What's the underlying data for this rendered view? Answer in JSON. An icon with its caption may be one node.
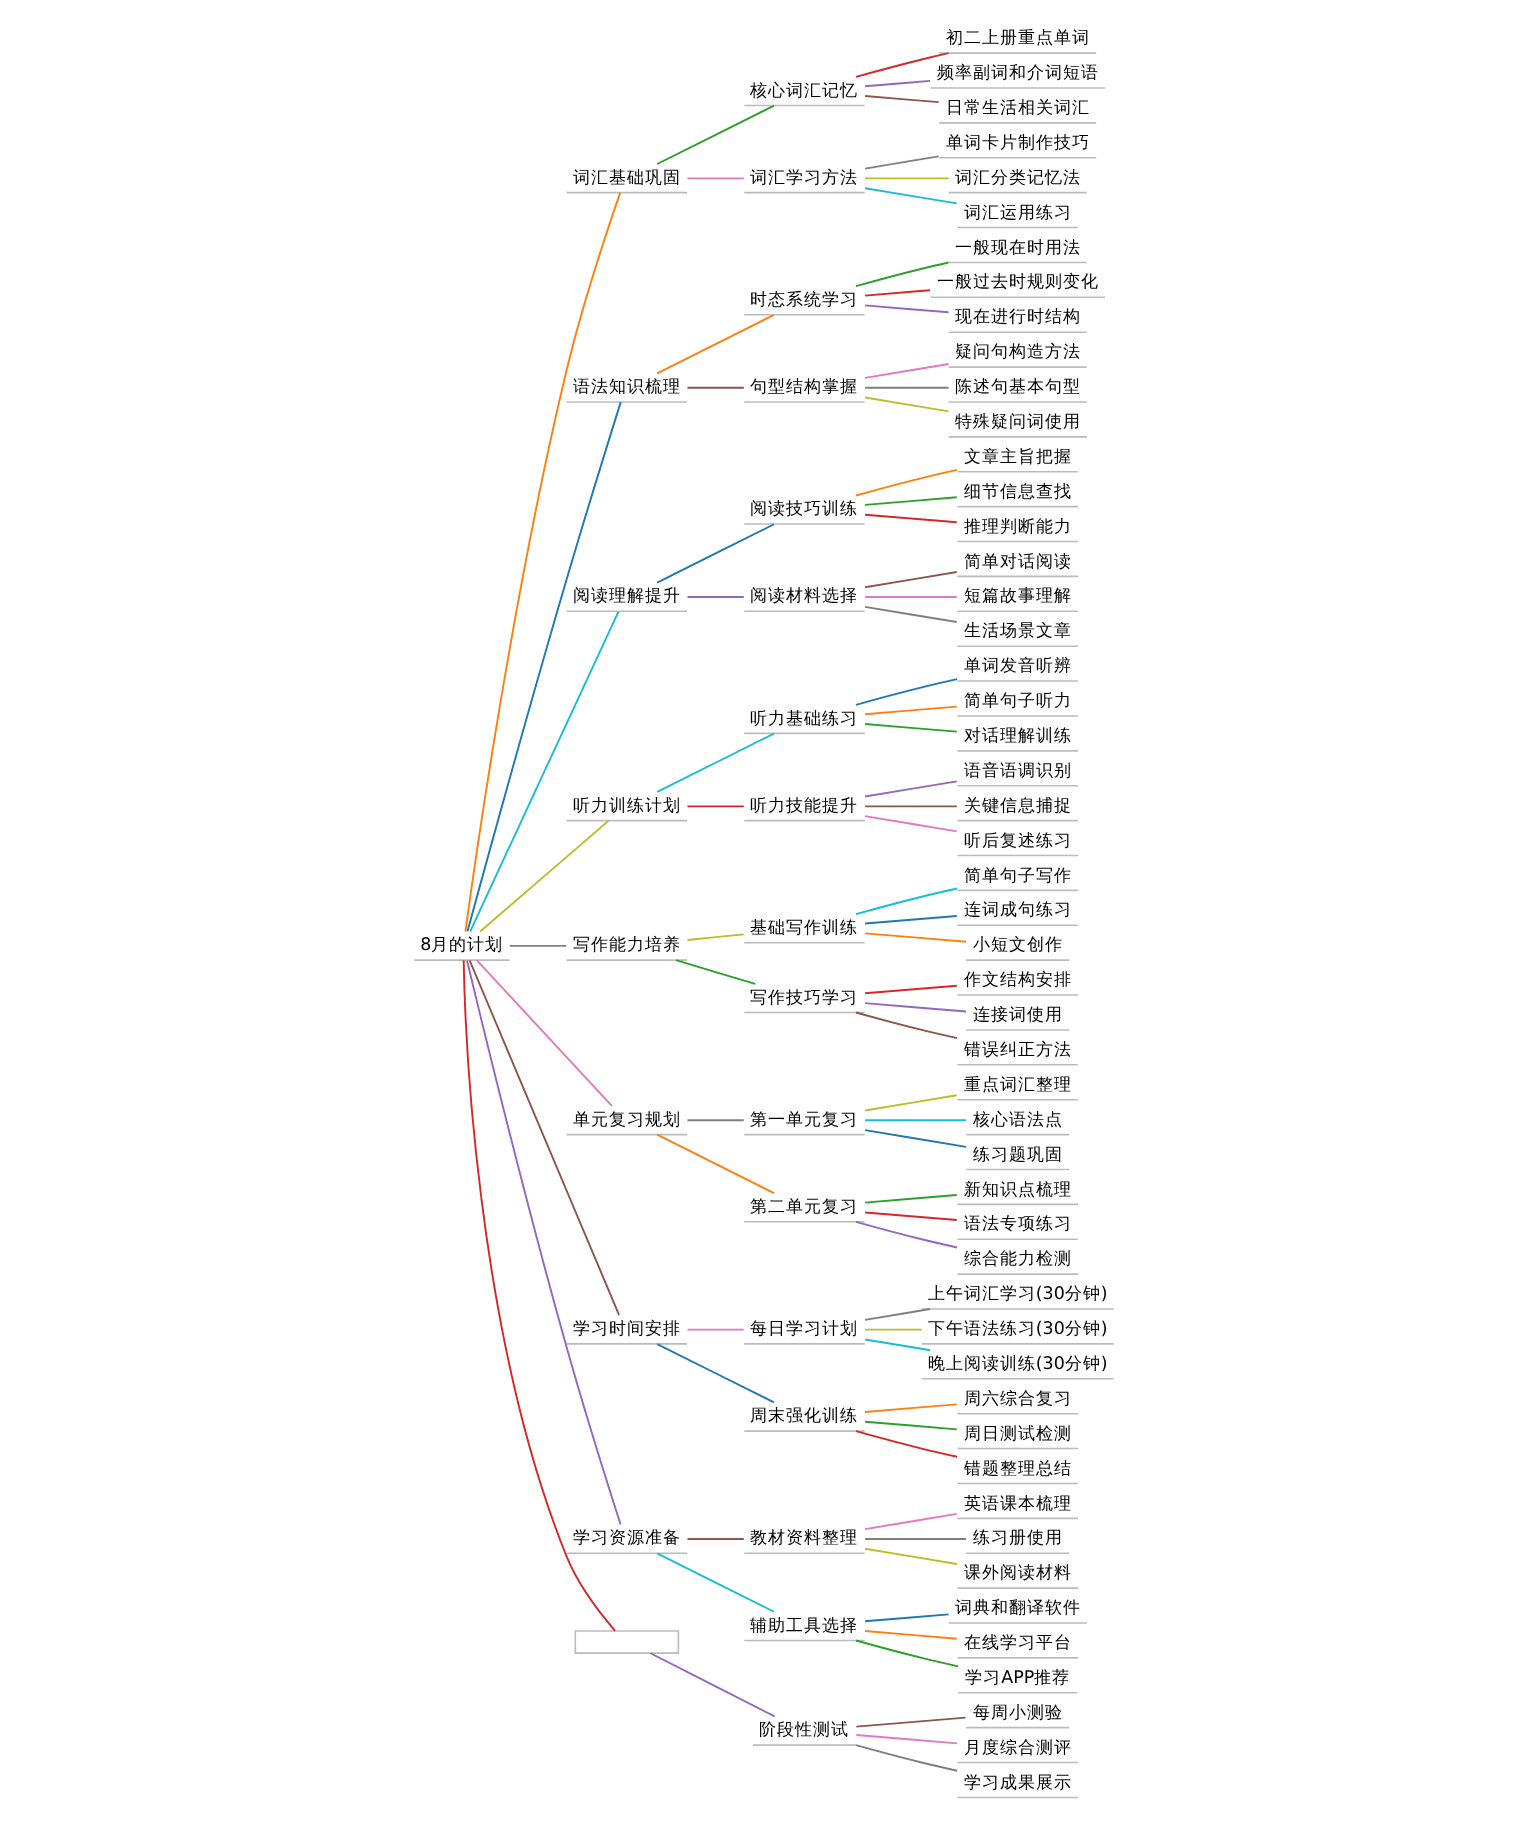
{
  "diagram": {
    "nodes": [
      {
        "text": [
          "8月的计划"
        ]
      },
      {
        "text": [
          "词汇基础巩固"
        ]
      },
      {
        "text": [
          "核心词汇记忆"
        ]
      },
      {
        "text": [
          "初二上册重点单词"
        ]
      },
      {
        "text": [
          "频率副词和介词短语"
        ]
      },
      {
        "text": [
          "日常生活相关词汇"
        ]
      },
      {
        "text": [
          "词汇学习方法"
        ]
      },
      {
        "text": [
          "单词卡片制作技巧"
        ]
      },
      {
        "text": [
          "词汇分类记忆法"
        ]
      },
      {
        "text": [
          "词汇运用练习"
        ]
      },
      {
        "text": [
          "语法知识梳理"
        ]
      },
      {
        "text": [
          "时态系统学习"
        ]
      },
      {
        "text": [
          "一般现在时用法"
        ]
      },
      {
        "text": [
          "一般过去时规则变化"
        ]
      },
      {
        "text": [
          "现在进行时结构"
        ]
      },
      {
        "text": [
          "句型结构掌握"
        ]
      },
      {
        "text": [
          "疑问句构造方法"
        ]
      },
      {
        "text": [
          "陈述句基本句型"
        ]
      },
      {
        "text": [
          "特殊疑问词使用"
        ]
      },
      {
        "text": [
          "阅读理解提升"
        ]
      },
      {
        "text": [
          "阅读技巧训练"
        ]
      },
      {
        "text": [
          "文章主旨把握"
        ]
      },
      {
        "text": [
          "细节信息查找"
        ]
      },
      {
        "text": [
          "推理判断能力"
        ]
      },
      {
        "text": [
          "阅读材料选择"
        ]
      },
      {
        "text": [
          "简单对话阅读"
        ]
      },
      {
        "text": [
          "短篇故事理解"
        ]
      },
      {
        "text": [
          "生活场景文章"
        ]
      },
      {
        "text": [
          "听力训练计划"
        ]
      },
      {
        "text": [
          "听力基础练习"
        ]
      },
      {
        "text": [
          "单词发音听辨"
        ]
      },
      {
        "text": [
          "简单句子听力"
        ]
      },
      {
        "text": [
          "对话理解训练"
        ]
      },
      {
        "text": [
          "听力技能提升"
        ]
      },
      {
        "text": [
          "语音语调识别"
        ]
      },
      {
        "text": [
          "关键信息捕捉"
        ]
      },
      {
        "text": [
          "听后复述练习"
        ]
      },
      {
        "text": [
          "写作能力培养"
        ]
      },
      {
        "text": [
          "基础写作训练"
        ]
      },
      {
        "text": [
          "简单句子写作"
        ]
      },
      {
        "text": [
          "连词成句练习"
        ]
      },
      {
        "text": [
          "小短文创作"
        ]
      },
      {
        "text": [
          "写作技巧学习"
        ]
      },
      {
        "text": [
          "作文结构安排"
        ]
      },
      {
        "text": [
          "连接词使用"
        ]
      },
      {
        "text": [
          "错误纠正方法"
        ]
      },
      {
        "text": [
          "单元复习规划"
        ]
      },
      {
        "text": [
          "第一单元复习"
        ]
      },
      {
        "text": [
          "重点词汇整理"
        ]
      },
      {
        "text": [
          "核心语法点"
        ]
      },
      {
        "text": [
          "练习题巩固"
        ]
      },
      {
        "text": [
          "第二单元复习"
        ]
      },
      {
        "text": [
          "新知识点梳理"
        ]
      },
      {
        "text": [
          "语法专项练习"
        ]
      },
      {
        "text": [
          "综合能力检测"
        ]
      },
      {
        "text": [
          "学习时间安排"
        ]
      },
      {
        "text": [
          "每日学习计划"
        ]
      },
      {
        "text": [
          "上午词汇学习(30分钟)"
        ]
      },
      {
        "text": [
          "下午语法练习(30分钟)"
        ]
      },
      {
        "text": [
          "晚上阅读训练(30分钟)"
        ]
      },
      {
        "text": [
          "周末强化训练"
        ]
      },
      {
        "text": [
          "周六综合复习"
        ]
      },
      {
        "text": [
          "周日测试检测"
        ]
      },
      {
        "text": [
          "错题整理总结"
        ]
      },
      {
        "text": [
          "学习资源准备"
        ]
      },
      {
        "text": [
          "教材资料整理"
        ]
      },
      {
        "text": [
          "英语课本梳理"
        ]
      },
      {
        "text": [
          "练习册使用"
        ]
      },
      {
        "text": [
          "课外阅读材料"
        ]
      },
      {
        "text": [
          "辅助工具选择"
        ]
      },
      {
        "text": [
          "词典和翻译软件"
        ]
      },
      {
        "text": [
          "在线学习平台"
        ]
      },
      {
        "text": [
          "学习APP推荐"
        ]
      },
      {
        "text": [],
        "shape": "box"
      },
      {
        "text": [
          "阶段性测试"
        ]
      },
      {
        "text": [
          "每周小测验"
        ]
      },
      {
        "text": [
          "月度综合测评"
        ]
      },
      {
        "text": [
          "学习成果展示"
        ]
      }
    ],
    "edges": [
      {
        "from": 0,
        "to": 1,
        "arrow": "none",
        "color": "#ff7f0e"
      },
      {
        "from": 1,
        "to": 2,
        "arrow": "none",
        "color": "#2ca02c"
      },
      {
        "from": 2,
        "to": 3,
        "arrow": "none",
        "color": "#d62728"
      },
      {
        "from": 2,
        "to": 4,
        "arrow": "none",
        "color": "#9467bd"
      },
      {
        "from": 2,
        "to": 5,
        "arrow": "none",
        "color": "#8c564b"
      },
      {
        "from": 1,
        "to": 6,
        "arrow": "none",
        "color": "#e377c2"
      },
      {
        "from": 6,
        "to": 7,
        "arrow": "none",
        "color": "#7f7f7f"
      },
      {
        "from": 6,
        "to": 8,
        "arrow": "none",
        "color": "#bcbd22"
      },
      {
        "from": 6,
        "to": 9,
        "arrow": "none",
        "color": "#17becf"
      },
      {
        "from": 0,
        "to": 10,
        "arrow": "none",
        "color": "#1f77b4"
      },
      {
        "from": 10,
        "to": 11,
        "arrow": "none",
        "color": "#ff7f0e"
      },
      {
        "from": 11,
        "to": 12,
        "arrow": "none",
        "color": "#2ca02c"
      },
      {
        "from": 11,
        "to": 13,
        "arrow": "none",
        "color": "#d62728"
      },
      {
        "from": 11,
        "to": 14,
        "arrow": "none",
        "color": "#9467bd"
      },
      {
        "from": 10,
        "to": 15,
        "arrow": "none",
        "color": "#8c564b"
      },
      {
        "from": 15,
        "to": 16,
        "arrow": "none",
        "color": "#e377c2"
      },
      {
        "from": 15,
        "to": 17,
        "arrow": "none",
        "color": "#7f7f7f"
      },
      {
        "from": 15,
        "to": 18,
        "arrow": "none",
        "color": "#bcbd22"
      },
      {
        "from": 0,
        "to": 19,
        "arrow": "none",
        "color": "#17becf"
      },
      {
        "from": 19,
        "to": 20,
        "arrow": "none",
        "color": "#1f77b4"
      },
      {
        "from": 20,
        "to": 21,
        "arrow": "none",
        "color": "#ff7f0e"
      },
      {
        "from": 20,
        "to": 22,
        "arrow": "none",
        "color": "#2ca02c"
      },
      {
        "from": 20,
        "to": 23,
        "arrow": "none",
        "color": "#d62728"
      },
      {
        "from": 19,
        "to": 24,
        "arrow": "none",
        "color": "#9467bd"
      },
      {
        "from": 24,
        "to": 25,
        "arrow": "none",
        "color": "#8c564b"
      },
      {
        "from": 24,
        "to": 26,
        "arrow": "none",
        "color": "#e377c2"
      },
      {
        "from": 24,
        "to": 27,
        "arrow": "none",
        "color": "#7f7f7f"
      },
      {
        "from": 0,
        "to": 28,
        "arrow": "none",
        "color": "#bcbd22"
      },
      {
        "from": 28,
        "to": 29,
        "arrow": "none",
        "color": "#17becf"
      },
      {
        "from": 29,
        "to": 30,
        "arrow": "none",
        "color": "#1f77b4"
      },
      {
        "from": 29,
        "to": 31,
        "arrow": "none",
        "color": "#ff7f0e"
      },
      {
        "from": 29,
        "to": 32,
        "arrow": "none",
        "color": "#2ca02c"
      },
      {
        "from": 28,
        "to": 33,
        "arrow": "none",
        "color": "#d62728"
      },
      {
        "from": 33,
        "to": 34,
        "arrow": "none",
        "color": "#9467bd"
      },
      {
        "from": 33,
        "to": 35,
        "arrow": "none",
        "color": "#8c564b"
      },
      {
        "from": 33,
        "to": 36,
        "arrow": "none",
        "color": "#e377c2"
      },
      {
        "from": 0,
        "to": 37,
        "arrow": "none",
        "color": "#7f7f7f"
      },
      {
        "from": 37,
        "to": 38,
        "arrow": "none",
        "color": "#bcbd22"
      },
      {
        "from": 38,
        "to": 39,
        "arrow": "none",
        "color": "#17becf"
      },
      {
        "from": 38,
        "to": 40,
        "arrow": "none",
        "color": "#1f77b4"
      },
      {
        "from": 38,
        "to": 41,
        "arrow": "none",
        "color": "#ff7f0e"
      },
      {
        "from": 37,
        "to": 42,
        "arrow": "none",
        "color": "#2ca02c"
      },
      {
        "from": 42,
        "to": 43,
        "arrow": "none",
        "color": "#d62728"
      },
      {
        "from": 42,
        "to": 44,
        "arrow": "none",
        "color": "#9467bd"
      },
      {
        "from": 42,
        "to": 45,
        "arrow": "none",
        "color": "#8c564b"
      },
      {
        "from": 0,
        "to": 46,
        "arrow": "none",
        "color": "#e377c2"
      },
      {
        "from": 46,
        "to": 47,
        "arrow": "none",
        "color": "#7f7f7f"
      },
      {
        "from": 47,
        "to": 48,
        "arrow": "none",
        "color": "#bcbd22"
      },
      {
        "from": 47,
        "to": 49,
        "arrow": "none",
        "color": "#17becf"
      },
      {
        "from": 47,
        "to": 50,
        "arrow": "none",
        "color": "#1f77b4"
      },
      {
        "from": 46,
        "to": 51,
        "arrow": "none",
        "color": "#ff7f0e"
      },
      {
        "from": 51,
        "to": 52,
        "arrow": "none",
        "color": "#2ca02c"
      },
      {
        "from": 51,
        "to": 53,
        "arrow": "none",
        "color": "#d62728"
      },
      {
        "from": 51,
        "to": 54,
        "arrow": "none",
        "color": "#9467bd"
      },
      {
        "from": 0,
        "to": 55,
        "arrow": "none",
        "color": "#8c564b"
      },
      {
        "from": 55,
        "to": 56,
        "arrow": "none",
        "color": "#e377c2"
      },
      {
        "from": 56,
        "to": 57,
        "arrow": "none",
        "color": "#7f7f7f"
      },
      {
        "from": 56,
        "to": 58,
        "arrow": "none",
        "color": "#bcbd22"
      },
      {
        "from": 56,
        "to": 59,
        "arrow": "none",
        "color": "#17becf"
      },
      {
        "from": 55,
        "to": 60,
        "arrow": "none",
        "color": "#1f77b4"
      },
      {
        "from": 60,
        "to": 61,
        "arrow": "none",
        "color": "#ff7f0e"
      },
      {
        "from": 60,
        "to": 62,
        "arrow": "none",
        "color": "#2ca02c"
      },
      {
        "from": 60,
        "to": 63,
        "arrow": "none",
        "color": "#d62728"
      },
      {
        "from": 0,
        "to": 64,
        "arrow": "none",
        "color": "#9467bd"
      },
      {
        "from": 64,
        "to": 65,
        "arrow": "none",
        "color": "#8c564b"
      },
      {
        "from": 65,
        "to": 66,
        "arrow": "none",
        "color": "#e377c2"
      },
      {
        "from": 65,
        "to": 67,
        "arrow": "none",
        "color": "#7f7f7f"
      },
      {
        "from": 65,
        "to": 68,
        "arrow": "none",
        "color": "#bcbd22"
      },
      {
        "from": 64,
        "to": 69,
        "arrow": "none",
        "color": "#17becf"
      },
      {
        "from": 69,
        "to": 70,
        "arrow": "none",
        "color": "#1f77b4"
      },
      {
        "from": 69,
        "to": 71,
        "arrow": "none",
        "color": "#ff7f0e"
      },
      {
        "from": 69,
        "to": 72,
        "arrow": "none",
        "color": "#2ca02c"
      },
      {
        "from": 0,
        "to": 73,
        "arrow": "none",
        "color": "#d62728"
      },
      {
        "from": 73,
        "to": 74,
        "arrow": "none",
        "color": "#9467bd"
      },
      {
        "from": 74,
        "to": 75,
        "arrow": "none",
        "color": "#8c564b"
      },
      {
        "from": 74,
        "to": 76,
        "arrow": "none",
        "color": "#e377c2"
      },
      {
        "from": 74,
        "to": 77,
        "arrow": "none",
        "color": "#7f7f7f"
      }
    ]
  }
}
